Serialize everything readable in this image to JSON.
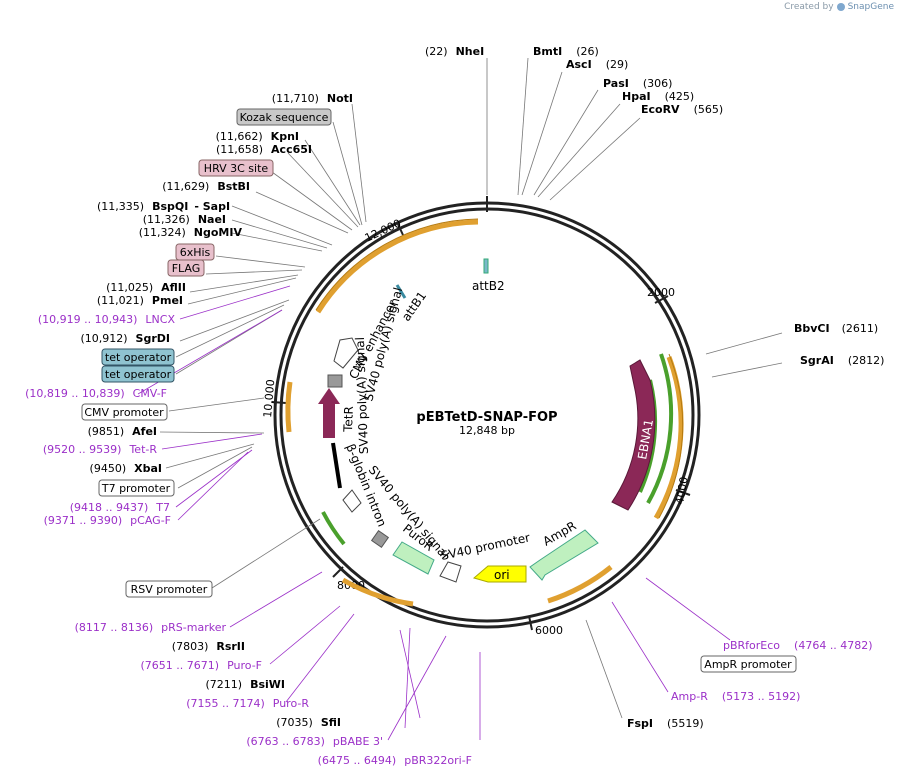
{
  "credit": {
    "prefix": "Created by",
    "brand": "SnapGene"
  },
  "plasmid": {
    "name": "pEBTetD-SNAP-FOP",
    "length": "12,848 bp",
    "total": 12848
  },
  "ticks": [
    "2000",
    "4000",
    "6000",
    "8000",
    "10,000",
    "12,000"
  ],
  "sites_right": [
    {
      "pos": "(22)",
      "name": "NheI"
    },
    {
      "pos": "(26)",
      "name": "BmtI"
    },
    {
      "pos": "(29)",
      "name": "AscI"
    },
    {
      "pos": "(306)",
      "name": "PasI"
    },
    {
      "pos": "(425)",
      "name": "HpaI"
    },
    {
      "pos": "(565)",
      "name": "EcoRV"
    },
    {
      "pos": "(2611)",
      "name": "BbvCI"
    },
    {
      "pos": "(2812)",
      "name": "SgrAI"
    },
    {
      "pos": "(5519)",
      "name": "FspI"
    }
  ],
  "left_labels": [
    {
      "kind": "site",
      "pos": "(11,710)",
      "name": "NotI"
    },
    {
      "kind": "box",
      "name": "Kozak sequence",
      "color": "gray"
    },
    {
      "kind": "site",
      "pos": "(11,662)",
      "name": "KpnI"
    },
    {
      "kind": "site",
      "pos": "(11,658)",
      "name": "Acc65I"
    },
    {
      "kind": "box",
      "name": "HRV 3C site",
      "color": "pink"
    },
    {
      "kind": "site",
      "pos": "(11,629)",
      "name": "BstBI"
    },
    {
      "kind": "site",
      "pos": "(11,335)",
      "name": "BspQI",
      "extra": "- SapI"
    },
    {
      "kind": "site",
      "pos": "(11,326)",
      "name": "NaeI"
    },
    {
      "kind": "site",
      "pos": "(11,324)",
      "name": "NgoMIV"
    },
    {
      "kind": "box",
      "name": "6xHis",
      "color": "pink"
    },
    {
      "kind": "box",
      "name": "FLAG",
      "color": "pink"
    },
    {
      "kind": "site",
      "pos": "(11,025)",
      "name": "AflII"
    },
    {
      "kind": "site",
      "pos": "(11,021)",
      "name": "PmeI"
    },
    {
      "kind": "primer",
      "pos": "(10,919 .. 10,943)",
      "name": "LNCX"
    },
    {
      "kind": "site",
      "pos": "(10,912)",
      "name": "SgrDI"
    },
    {
      "kind": "box",
      "name": "tet operator",
      "color": "teal"
    },
    {
      "kind": "box",
      "name": "tet operator",
      "color": "teal"
    },
    {
      "kind": "primer",
      "pos": "(10,819 .. 10,839)",
      "name": "CMV-F"
    },
    {
      "kind": "box",
      "name": "CMV promoter",
      "color": "white"
    },
    {
      "kind": "site",
      "pos": "(9851)",
      "name": "AfeI"
    },
    {
      "kind": "primer",
      "pos": "(9520 .. 9539)",
      "name": "Tet-R"
    },
    {
      "kind": "site",
      "pos": "(9450)",
      "name": "XbaI"
    },
    {
      "kind": "box",
      "name": "T7 promoter",
      "color": "white"
    },
    {
      "kind": "primer",
      "pos": "(9418 .. 9437)",
      "name": "T7"
    },
    {
      "kind": "primer",
      "pos": "(9371 .. 9390)",
      "name": "pCAG-F"
    }
  ],
  "bottom_labels": [
    {
      "kind": "box",
      "name": "RSV promoter"
    },
    {
      "kind": "primer",
      "pos": "(8117 .. 8136)",
      "name": "pRS-marker"
    },
    {
      "kind": "site",
      "pos": "(7803)",
      "name": "RsrII"
    },
    {
      "kind": "primer",
      "pos": "(7651 .. 7671)",
      "name": "Puro-F"
    },
    {
      "kind": "site",
      "pos": "(7211)",
      "name": "BsiWI"
    },
    {
      "kind": "primer",
      "pos": "(7155 .. 7174)",
      "name": "Puro-R"
    },
    {
      "kind": "site",
      "pos": "(7035)",
      "name": "SfiI"
    },
    {
      "kind": "primer",
      "pos": "(6763 .. 6783)",
      "name": "pBABE 3'"
    },
    {
      "kind": "primer",
      "pos": "(6475 .. 6494)",
      "name": "pBR322ori-F"
    },
    {
      "kind": "primer",
      "pos": "(4764 .. 4782)",
      "name": "pBRforEco"
    },
    {
      "kind": "box",
      "name": "AmpR promoter"
    },
    {
      "kind": "primer",
      "pos": "(5173 .. 5192)",
      "name": "Amp-R"
    }
  ],
  "features": [
    "attB2",
    "attB1",
    "CMV enhancer",
    "SV40 poly(A) signal",
    "TetR",
    "SV40 poly(A) signal",
    "β-globin intron",
    "SV40 poly(A) signal",
    "PuroR",
    "SV40 promoter",
    "AmpR",
    "ori",
    "EBNA1"
  ],
  "colors": {
    "primer": "#9b30c8",
    "orf": "#8b2857",
    "green": "#4aa02c",
    "orange": "#e0a030",
    "pinkbox": "#e8c0cc",
    "graybox": "#c8c8c8",
    "tealbox": "#8fc3d0",
    "ori": "#ffff00",
    "marker": "#b8f0b8"
  }
}
